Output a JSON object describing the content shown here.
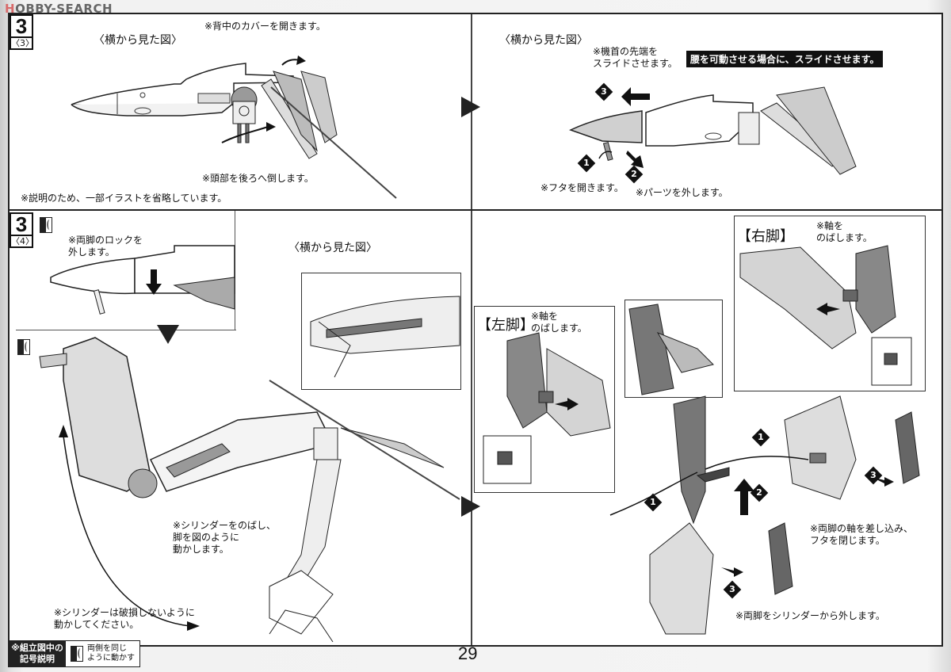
{
  "watermark": {
    "brand_prefix": "H",
    "text": "OBBY-SEARCH"
  },
  "page_number": "29",
  "step_3_3": {
    "step_number": "3",
    "sub_step": "〈3〉",
    "left_panel": {
      "heading": "〈横から見た図〉",
      "note_back_cover": "※背中のカバーを開きます。",
      "note_head_back": "※頭部を後ろへ倒します。",
      "note_omitted": "※説明のため、一部イラストを省略しています。"
    },
    "right_panel": {
      "heading": "〈横から見た図〉",
      "note_nose_slide": "※機首の先端を\nスライドさせます。",
      "highlight_label": "腰を可動させる場合に、スライドさせます。",
      "note_open_lid": "※フタを開きます。",
      "note_remove_part": "※パーツを外します。",
      "step_markers": [
        "1",
        "2",
        "3"
      ]
    }
  },
  "step_3_4": {
    "step_number": "3",
    "sub_step": "〈4〉",
    "left_panel": {
      "note_unlock_legs": "※両脚のロックを\n外します。",
      "heading": "〈横から見た図〉",
      "note_extend_cylinder": "※シリンダーをのばし、\n脚を図のように\n動かします。",
      "note_careful_cylinder": "※シリンダーは破損しないように\n動かしてください。"
    },
    "right_panel": {
      "right_leg_label": "【右脚】",
      "right_leg_note": "※軸を\nのばします。",
      "left_leg_label": "【左脚】",
      "left_leg_note": "※軸を\nのばします。",
      "note_insert_axis": "※両脚の軸を差し込み、\nフタを閉じます。",
      "note_remove_legs": "※両脚をシリンダーから外します。",
      "step_markers": [
        "1",
        "1",
        "2",
        "3",
        "3"
      ]
    }
  },
  "footer_legend": {
    "title": "※組立図中の\n記号説明",
    "symbol_icon": "symmetric-move-icon",
    "symbol_description": "両側を同じ\nように動かす"
  }
}
